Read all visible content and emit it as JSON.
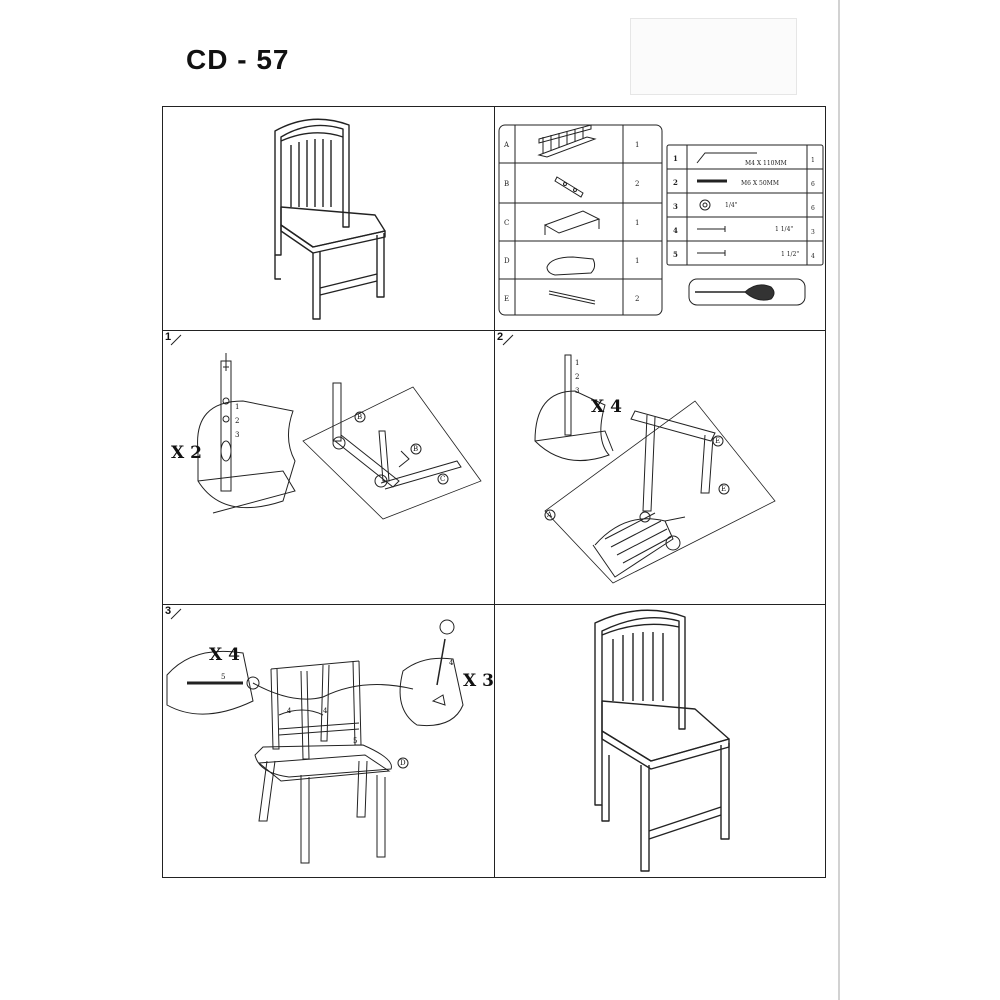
{
  "document": {
    "model": "CD - 57"
  },
  "parts": [
    {
      "letter": "A",
      "qty": "1"
    },
    {
      "letter": "B",
      "qty": "2"
    },
    {
      "letter": "C",
      "qty": "1"
    },
    {
      "letter": "D",
      "qty": "1"
    },
    {
      "letter": "E",
      "qty": "2"
    }
  ],
  "hardware": [
    {
      "num": "1",
      "size": "M4 X 110MM",
      "qty": "1"
    },
    {
      "num": "2",
      "size": "M6 X 50MM",
      "qty": "6"
    },
    {
      "num": "3",
      "size": "1/4\"",
      "qty": "6"
    },
    {
      "num": "4",
      "size": "1 1/4\"",
      "qty": "3"
    },
    {
      "num": "5",
      "size": "1 1/2\"",
      "qty": "4"
    }
  ],
  "steps": [
    {
      "number": "1",
      "multiplier": "X 2",
      "hw_callouts": [
        "1",
        "2",
        "3"
      ],
      "part_callouts": [
        "B",
        "B",
        "C"
      ]
    },
    {
      "number": "2",
      "multiplier": "X 4",
      "hw_callouts": [
        "1",
        "2",
        "3"
      ],
      "part_callouts": [
        "E",
        "E",
        "A"
      ]
    },
    {
      "number": "3",
      "multiplier_left": "X 4",
      "multiplier_right": "X 3",
      "hw_callouts_left": [
        "5"
      ],
      "hw_callouts_right": [
        "4"
      ],
      "frame_callouts": [
        "4",
        "4",
        "5"
      ],
      "part_callouts": [
        "D"
      ]
    }
  ]
}
